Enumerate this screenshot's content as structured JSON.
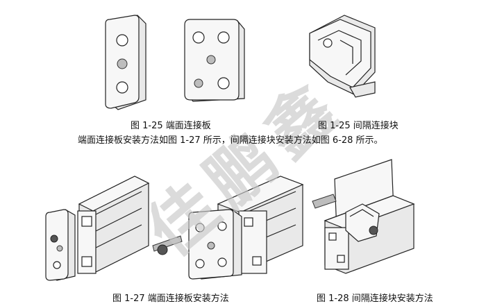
{
  "captions": {
    "fig1_25a": "图 1-25  端面连接板",
    "fig1_25b": "图 1-25  间隔连接块",
    "body": "端面连接板安装方法如图 1-27 所示，间隔连接块安装方法如图 6-28 所示。",
    "fig1_27": "图 1-27  端面连接板安装方法",
    "fig1_28": "图 1-28 间隔连接块安装方法"
  },
  "watermark": {
    "chars": [
      "佳",
      "鹏",
      "鑫"
    ]
  }
}
